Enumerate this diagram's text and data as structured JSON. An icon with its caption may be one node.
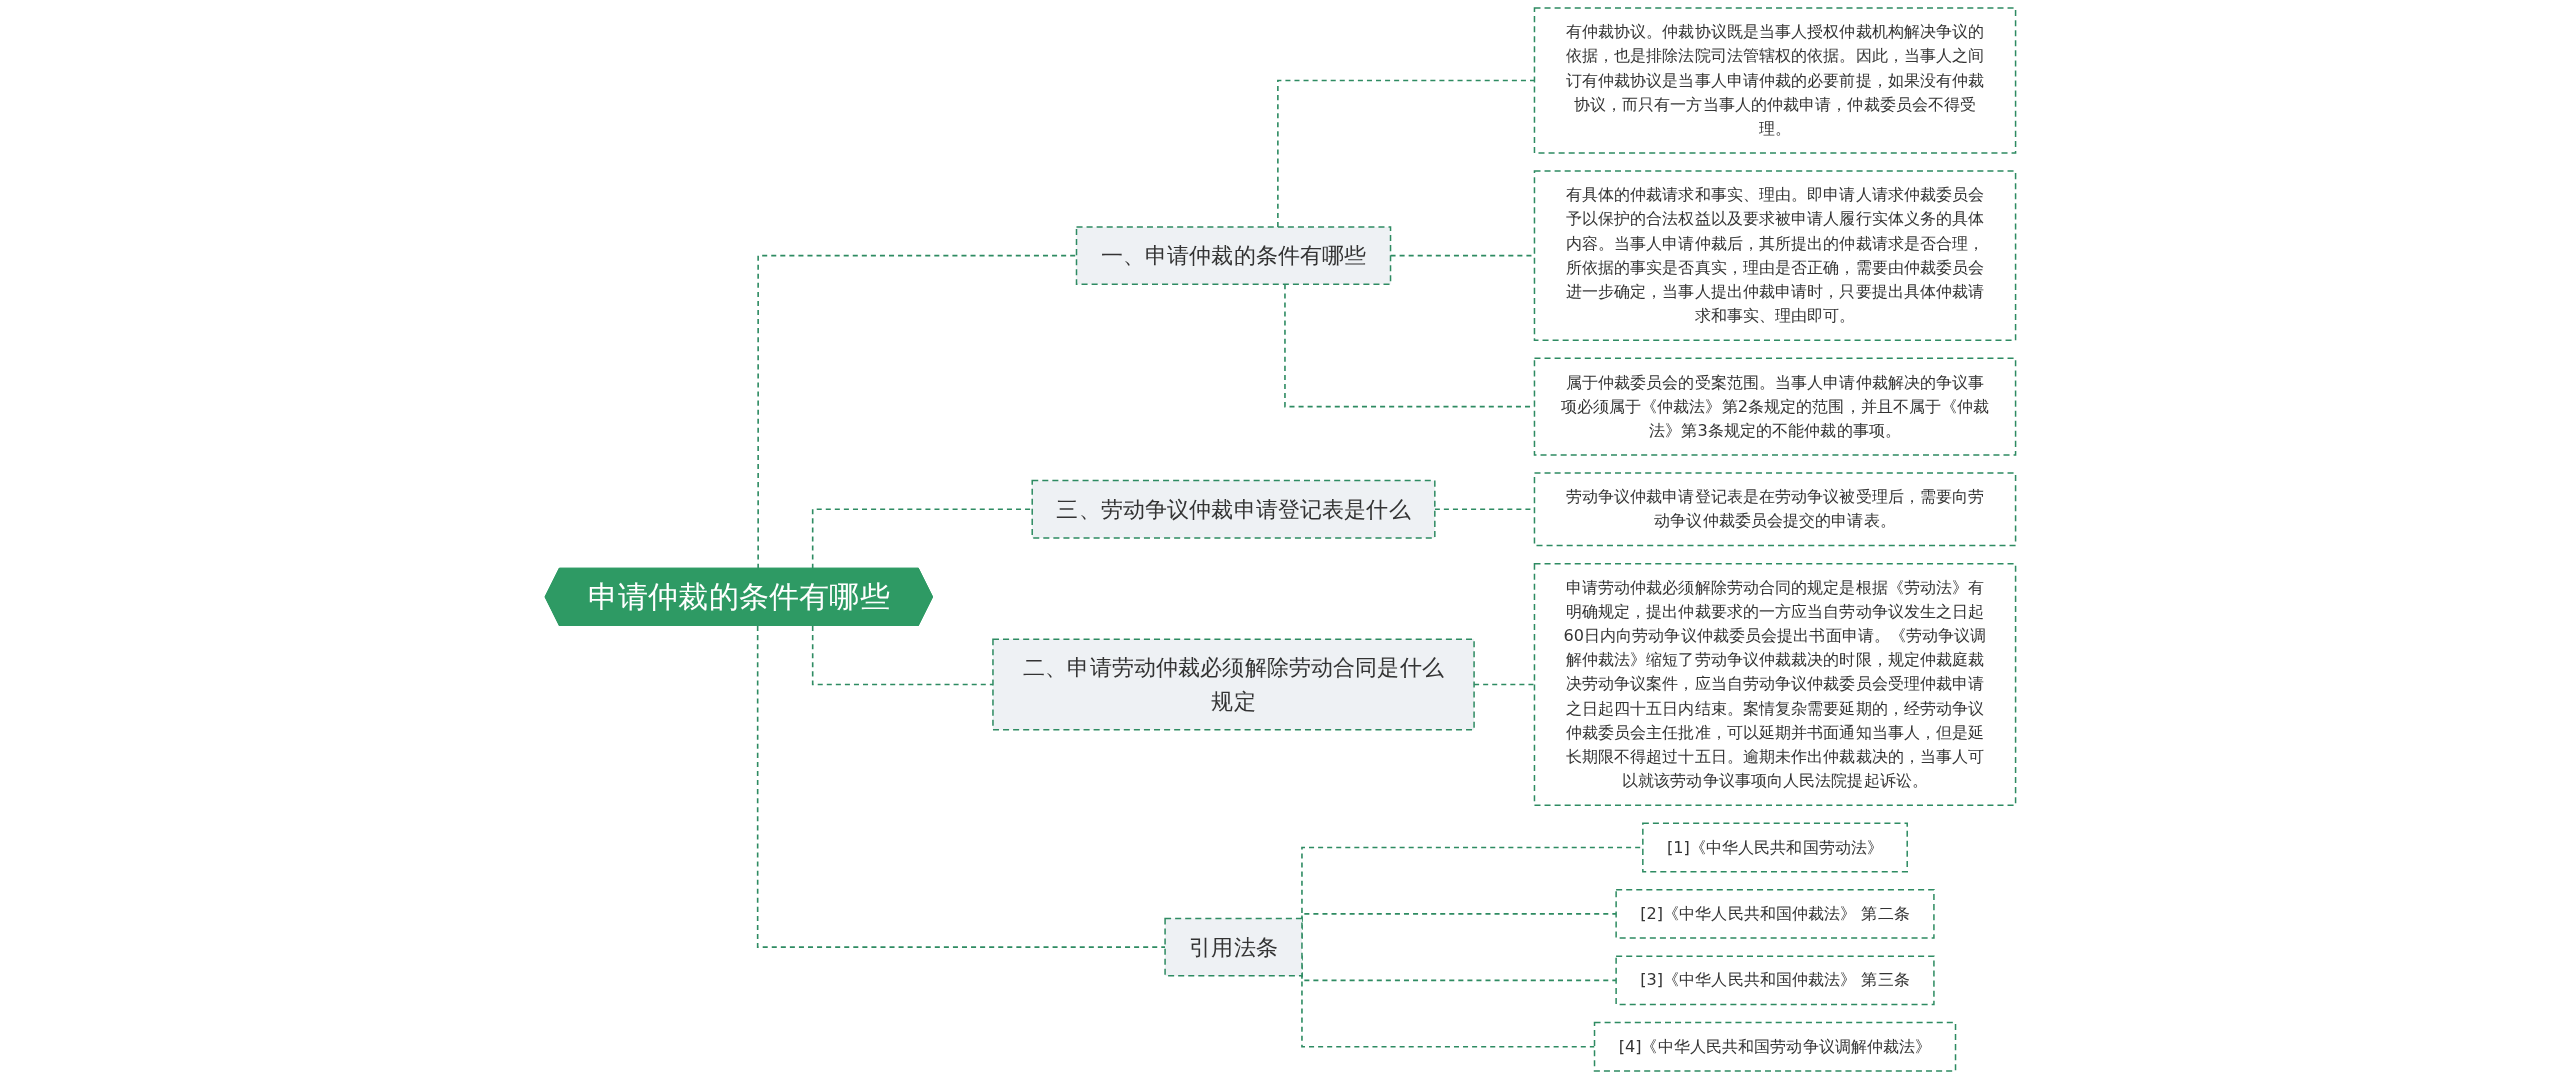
{
  "diagram": {
    "nodes": [
      {
        "text": [
          "申请仲裁的条件有哪些"
        ]
      },
      {
        "text": [
          "一、申请仲裁的条件有哪些"
        ]
      },
      {
        "text": [
          "有仲裁协议。仲裁协议既是当事人授权仲裁机构解决争议的依据，也是排除法院司法管辖权的依据。因此，当事人之间订有仲裁协议是当事人申请仲裁的必要前提，如果没有仲裁协议，而只有一方当事人的仲裁申请，仲裁委员会不得受理。"
        ]
      },
      {
        "text": [
          "有具体的仲裁请求和事实、理由。即申请人请求仲裁委员会予以保护的合法权益以及要求被申请人履行实体义务的具体内容。当事人申请仲裁后，其所提出的仲裁请求是否合理，所依据的事实是否真实，理由是否正确，需要由仲裁委员会进一步确定，当事人提出仲裁申请时，只要提出具体仲裁请求和事实、理由即可。"
        ]
      },
      {
        "text": [
          "属于仲裁委员会的受案范围。当事人申请仲裁解决的争议事项必须属于《仲裁法》第2条规定的范围，并且不属于《仲裁法》第3条规定的不能仲裁的事项。"
        ]
      },
      {
        "text": [
          "三、劳动争议仲裁申请登记表是什么"
        ]
      },
      {
        "text": [
          "劳动争议仲裁申请登记表是在劳动争议被受理后，需要向劳动争议仲裁委员会提交的申请表。"
        ]
      },
      {
        "text": [
          "二、申请劳动仲裁必须解除劳动合同是什么规定"
        ]
      },
      {
        "text": [
          "申请劳动仲裁必须解除劳动合同的规定是根据《劳动法》有明确规定，提出仲裁要求的一方应当自劳动争议发生之日起60日内向劳动争议仲裁委员会提出书面申请。《劳动争议调解仲裁法》缩短了劳动争议仲裁裁决的时限，规定仲裁庭裁决劳动争议案件，应当自劳动争议仲裁委员会受理仲裁申请之日起四十五日内结束。案情复杂需要延期的，经劳动争议仲裁委员会主任批准，可以延期并书面通知当事人，但是延长期限不得超过十五日。逾期未作出仲裁裁决的，当事人可以就该劳动争议事项向人民法院提起诉讼。"
        ]
      },
      {
        "text": [
          "引用法条"
        ]
      },
      {
        "text": [
          "[1]《中华人民共和国劳动法》"
        ]
      },
      {
        "text": [
          "[2]《中华人民共和国仲裁法》 第二条"
        ]
      },
      {
        "text": [
          "[3]《中华人民共和国仲裁法》 第三条"
        ]
      },
      {
        "text": [
          "[4]《中华人民共和国劳动争议调解仲裁法》"
        ]
      }
    ],
    "edges": [
      {
        "from": 0,
        "to": 1,
        "arrow": "none"
      },
      {
        "from": 1,
        "to": 2,
        "arrow": "none"
      },
      {
        "from": 1,
        "to": 3,
        "arrow": "none"
      },
      {
        "from": 1,
        "to": 4,
        "arrow": "none"
      },
      {
        "from": 0,
        "to": 5,
        "arrow": "none"
      },
      {
        "from": 5,
        "to": 6,
        "arrow": "none"
      },
      {
        "from": 0,
        "to": 7,
        "arrow": "none"
      },
      {
        "from": 7,
        "to": 8,
        "arrow": "none"
      },
      {
        "from": 0,
        "to": 9,
        "arrow": "none"
      },
      {
        "from": 9,
        "to": 10,
        "arrow": "none"
      },
      {
        "from": 9,
        "to": 11,
        "arrow": "none"
      },
      {
        "from": 9,
        "to": 12,
        "arrow": "none"
      },
      {
        "from": 9,
        "to": 13,
        "arrow": "none"
      }
    ]
  }
}
